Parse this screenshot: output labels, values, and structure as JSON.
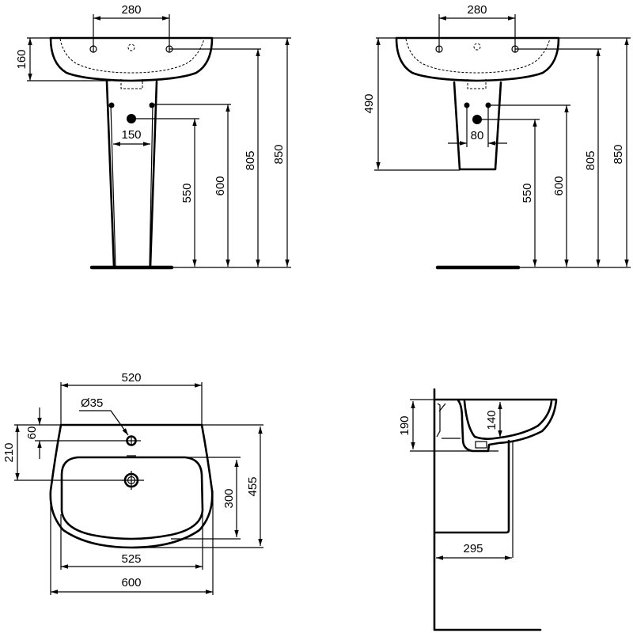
{
  "drawing": {
    "type": "technical-dimension-drawing",
    "subject": "wash basin",
    "units": "mm"
  },
  "views": {
    "front_pedestal": {
      "title": "front view with full pedestal",
      "dims": {
        "tap_spacing": "280",
        "basin_height": "160",
        "pedestal_pipe_spacing": "150",
        "waste_height": "550",
        "supply_height": "600",
        "tap_height": "805",
        "rim_height": "850"
      }
    },
    "front_semi_pedestal": {
      "title": "front view with semi pedestal",
      "dims": {
        "tap_spacing": "280",
        "semi_pedestal_height": "490",
        "pipe_spacing": "80",
        "waste_height": "550",
        "supply_height": "600",
        "tap_height": "805",
        "rim_height": "850"
      }
    },
    "top": {
      "title": "top (plan) view",
      "dims": {
        "back_width": "520",
        "tap_hole_diameter": "Ø35",
        "tap_hole_offset": "60",
        "waste_offset": "210",
        "bowl_depth": "300",
        "overall_depth": "455",
        "bowl_width": "525",
        "overall_width": "600"
      }
    },
    "side": {
      "title": "side section view",
      "dims": {
        "basin_height": "190",
        "bowl_depth": "140",
        "pedestal_projection": "295"
      }
    }
  },
  "colors": {
    "line": "#000000",
    "background": "#ffffff"
  }
}
